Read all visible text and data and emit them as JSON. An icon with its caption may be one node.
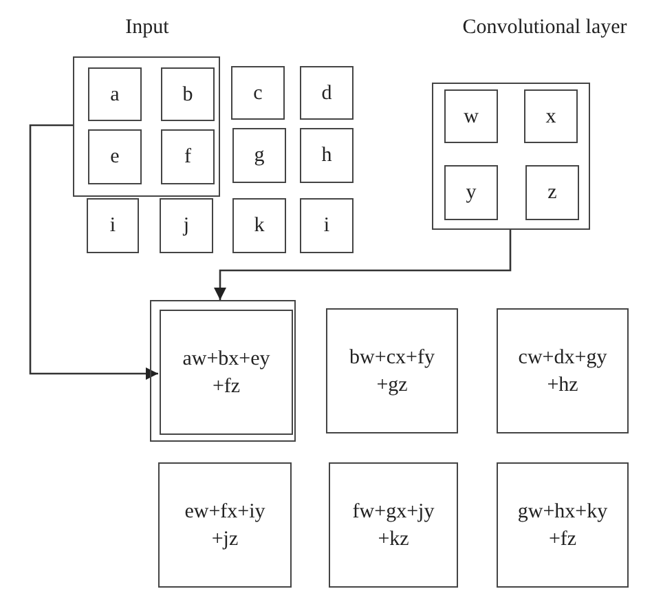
{
  "diagram": {
    "nodes": [
      {
        "text": [],
        "shape": "box"
      },
      {
        "text": [
          "a"
        ],
        "in": 0
      },
      {
        "text": [
          "b"
        ],
        "in": 0
      },
      {
        "text": [
          "c"
        ]
      },
      {
        "text": [
          "d"
        ]
      },
      {
        "text": [
          "e"
        ],
        "in": 0
      },
      {
        "text": [
          "f"
        ],
        "in": 0
      },
      {
        "text": [
          "g"
        ]
      },
      {
        "text": [
          "h"
        ]
      },
      {
        "text": [
          "i"
        ]
      },
      {
        "text": [
          "j"
        ]
      },
      {
        "text": [
          "k"
        ]
      },
      {
        "text": [
          "i"
        ]
      },
      {
        "text": [],
        "shape": "box"
      },
      {
        "text": [
          "w"
        ],
        "in": 13
      },
      {
        "text": [
          "x"
        ],
        "in": 13
      },
      {
        "text": [
          "y"
        ],
        "in": 13
      },
      {
        "text": [
          "z"
        ],
        "in": 13
      },
      {
        "text": [],
        "shape": "box"
      },
      {
        "text": [
          "aw+bx+ey +fz"
        ],
        "in": 18
      },
      {
        "text": [
          "bw+cx+fy +gz"
        ]
      },
      {
        "text": [
          "cw+dx+gy +hz"
        ]
      },
      {
        "text": [
          "ew+fx+iy +jz"
        ]
      },
      {
        "text": [
          "fw+gx+jy +kz"
        ]
      },
      {
        "text": [
          "gw+hx+ky +fz"
        ]
      }
    ],
    "edges": [
      {
        "from": 0,
        "to": 19,
        "arrow": "to"
      },
      {
        "from": 13,
        "to": 18,
        "arrow": "to"
      }
    ],
    "labels": [
      "Input",
      "Convolutional layer"
    ]
  }
}
